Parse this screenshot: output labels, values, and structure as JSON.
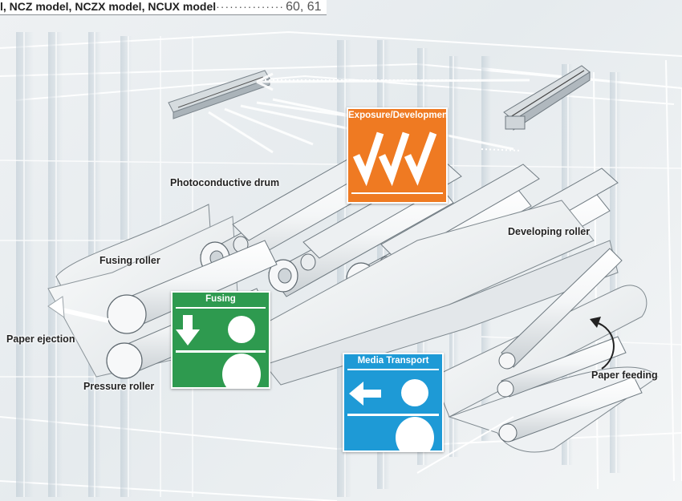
{
  "header": {
    "models": "l, NCZ model, NCZX model, NCUX model",
    "leader": "···············",
    "pages": "60, 61"
  },
  "badges": {
    "exposure": {
      "title": "Exposure/Development",
      "color": "#ef7a22"
    },
    "fusing": {
      "title": "Fusing",
      "color": "#2e9a4f"
    },
    "media": {
      "title": "Media Transport",
      "color": "#1e9ad6"
    }
  },
  "labels": {
    "drum": "Photoconductive drum",
    "developing": "Developing roller",
    "fusing_roller": "Fusing roller",
    "ejection": "Paper ejection",
    "pressure": "Pressure roller",
    "feeding": "Paper feeding"
  },
  "icons": {
    "exposure": "check-marks-icon",
    "fusing": "down-arrow-person-icon",
    "media": "left-arrow-person-icon",
    "feed_direction": "curved-arrow-icon"
  }
}
